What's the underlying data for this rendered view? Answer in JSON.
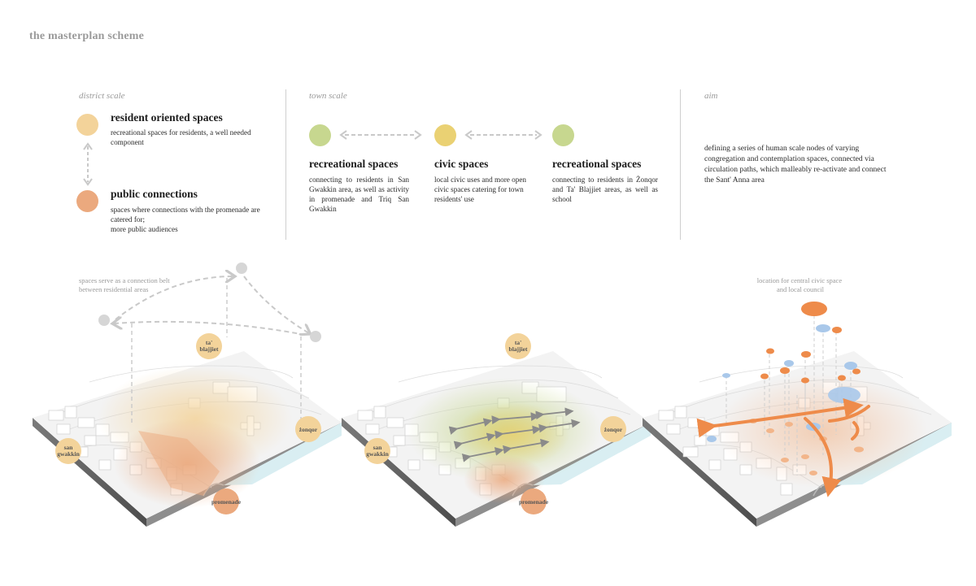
{
  "title": "the masterplan scheme",
  "colors": {
    "resident": "#f3d39a",
    "public": "#eba97e",
    "recreational": "#c7d78f",
    "civic": "#ead173",
    "arrow_grey": "#c9c9c9",
    "orange_path": "#ee8b4a",
    "blue_node": "#a9c8ea",
    "water": "#d9eef2"
  },
  "district": {
    "label": "district scale",
    "items": [
      {
        "title": "resident oriented spaces",
        "desc": "recreational spaces for residents, a well needed component"
      },
      {
        "title": "public connections",
        "desc_lines": [
          "spaces where connections with the promenade are catered for;",
          "more public audiences"
        ]
      }
    ]
  },
  "town": {
    "label": "town scale",
    "items": [
      {
        "title": "recreational spaces",
        "desc": "connecting to residents in San Gwakkin area, as well as activity in promenade and Triq San Gwakkin"
      },
      {
        "title": "civic spaces",
        "desc": "local civic uses and more open civic spaces catering for town residents' use"
      },
      {
        "title": "recreational spaces",
        "desc": "connecting to residents in Żonqor and Ta' Blajjiet areas, as well as school"
      }
    ]
  },
  "aim": {
    "label": "aim",
    "text": "defining a series of human scale nodes of varying congregation and contemplation spaces, connected via circulation paths, which malleably re-activate and connect the Sant' Anna area"
  },
  "diagrams": {
    "left_note": "spaces serve as a connection belt between residential areas",
    "right_note": "location for central civic space and local council",
    "nodes": {
      "ta_blajjiet": [
        "ta'",
        "blajjiet"
      ],
      "san_gwakkin": [
        "san",
        "gwakkin"
      ],
      "zonqor": "żonqor",
      "promenade": "promenade"
    }
  }
}
